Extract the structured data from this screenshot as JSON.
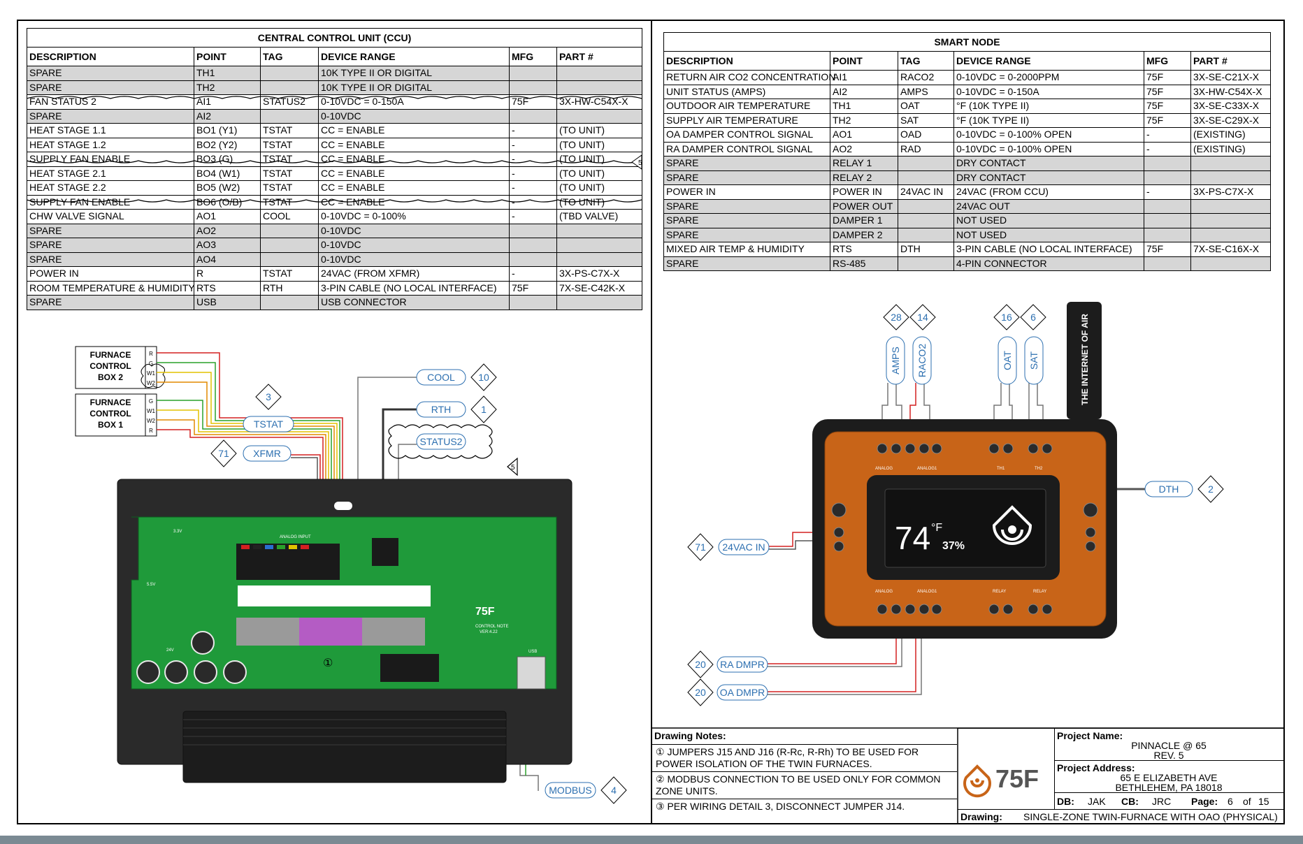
{
  "ccu_table": {
    "title": "CENTRAL CONTROL UNIT (CCU)",
    "headers": [
      "DESCRIPTION",
      "POINT",
      "TAG",
      "DEVICE RANGE",
      "MFG",
      "PART #"
    ],
    "rows": [
      [
        "SPARE",
        "TH1",
        "",
        "10K TYPE II OR DIGITAL",
        "",
        ""
      ],
      [
        "SPARE",
        "TH2",
        "",
        "10K TYPE II OR DIGITAL",
        "",
        ""
      ],
      [
        "FAN STATUS 2",
        "AI1",
        "STATUS2",
        "0-10VDC = 0-150A",
        "75F",
        "3X-HW-C54X-X"
      ],
      [
        "SPARE",
        "AI2",
        "",
        "0-10VDC",
        "",
        ""
      ],
      [
        "HEAT STAGE 1.1",
        "BO1 (Y1)",
        "TSTAT",
        "CC = ENABLE",
        "-",
        "(TO UNIT)"
      ],
      [
        "HEAT STAGE 1.2",
        "BO2 (Y2)",
        "TSTAT",
        "CC = ENABLE",
        "-",
        "(TO UNIT)"
      ],
      [
        "SUPPLY FAN ENABLE",
        "BO3 (G)",
        "TSTAT",
        "CC = ENABLE",
        "-",
        "(TO UNIT)"
      ],
      [
        "HEAT STAGE 2.1",
        "BO4 (W1)",
        "TSTAT",
        "CC = ENABLE",
        "-",
        "(TO UNIT)"
      ],
      [
        "HEAT STAGE 2.2",
        "BO5 (W2)",
        "TSTAT",
        "CC = ENABLE",
        "-",
        "(TO UNIT)"
      ],
      [
        "SUPPLY FAN ENABLE",
        "BO6 (O/B)",
        "TSTAT",
        "CC = ENABLE",
        "-",
        "(TO UNIT)"
      ],
      [
        "CHW VALVE SIGNAL",
        "AO1",
        "COOL",
        "0-10VDC = 0-100%",
        "-",
        "(TBD VALVE)"
      ],
      [
        "SPARE",
        "AO2",
        "",
        "0-10VDC",
        "",
        ""
      ],
      [
        "SPARE",
        "AO3",
        "",
        "0-10VDC",
        "",
        ""
      ],
      [
        "SPARE",
        "AO4",
        "",
        "0-10VDC",
        "",
        ""
      ],
      [
        "POWER IN",
        "R",
        "TSTAT",
        "24VAC (FROM XFMR)",
        "-",
        "3X-PS-C7X-X"
      ],
      [
        "ROOM TEMPERATURE & HUMIDITY",
        "RTS",
        "RTH",
        "3-PIN CABLE (NO LOCAL INTERFACE)",
        "75F",
        "7X-SE-C42K-X"
      ],
      [
        "SPARE",
        "USB",
        "",
        "USB CONNECTOR",
        "",
        ""
      ]
    ],
    "shading": [
      "g",
      "g",
      "w",
      "g",
      "w",
      "w",
      "w",
      "w",
      "w",
      "w",
      "w",
      "g",
      "g",
      "g",
      "w",
      "w",
      "g"
    ]
  },
  "sn_table": {
    "title": "SMART NODE",
    "headers": [
      "DESCRIPTION",
      "POINT",
      "TAG",
      "DEVICE RANGE",
      "MFG",
      "PART #"
    ],
    "rows": [
      [
        "RETURN AIR CO2 CONCENTRATION",
        "AI1",
        "RACO2",
        "0-10VDC = 0-2000PPM",
        "75F",
        "3X-SE-C21X-X"
      ],
      [
        "UNIT STATUS (AMPS)",
        "AI2",
        "AMPS",
        "0-10VDC = 0-150A",
        "75F",
        "3X-HW-C54X-X"
      ],
      [
        "OUTDOOR AIR TEMPERATURE",
        "TH1",
        "OAT",
        "°F (10K TYPE II)",
        "75F",
        "3X-SE-C33X-X"
      ],
      [
        "SUPPLY AIR TEMPERATURE",
        "TH2",
        "SAT",
        "°F (10K TYPE II)",
        "75F",
        "3X-SE-C29X-X"
      ],
      [
        "OA DAMPER CONTROL SIGNAL",
        "AO1",
        "OAD",
        "0-10VDC = 0-100% OPEN",
        "-",
        "(EXISTING)"
      ],
      [
        "RA DAMPER CONTROL SIGNAL",
        "AO2",
        "RAD",
        "0-10VDC = 0-100% OPEN",
        "-",
        "(EXISTING)"
      ],
      [
        "SPARE",
        "RELAY 1",
        "",
        "DRY CONTACT",
        "",
        ""
      ],
      [
        "SPARE",
        "RELAY 2",
        "",
        "DRY CONTACT",
        "",
        ""
      ],
      [
        "POWER IN",
        "POWER IN",
        "24VAC IN",
        "24VAC (FROM CCU)",
        "-",
        "3X-PS-C7X-X"
      ],
      [
        "SPARE",
        "POWER OUT",
        "",
        "24VAC OUT",
        "",
        ""
      ],
      [
        "SPARE",
        "DAMPER 1",
        "",
        "NOT USED",
        "",
        ""
      ],
      [
        "SPARE",
        "DAMPER 2",
        "",
        "NOT USED",
        "",
        ""
      ],
      [
        "MIXED AIR TEMP & HUMIDITY",
        "RTS",
        "DTH",
        "3-PIN CABLE (NO LOCAL INTERFACE)",
        "75F",
        "7X-SE-C16X-X"
      ],
      [
        "SPARE",
        "RS-485",
        "",
        "4-PIN CONNECTOR",
        "",
        ""
      ]
    ],
    "shading": [
      "w",
      "w",
      "w",
      "w",
      "w",
      "w",
      "g",
      "g",
      "w",
      "g",
      "g",
      "g",
      "w",
      "g"
    ]
  },
  "diagram": {
    "furnace_box_2": [
      "FURNACE",
      "CONTROL",
      "BOX 2"
    ],
    "furnace_box_1": [
      "FURNACE",
      "CONTROL",
      "BOX 1"
    ],
    "box2_terminals": [
      "R",
      "G",
      "W1",
      "W2"
    ],
    "box1_terminals": [
      "G",
      "W1",
      "W2",
      "R"
    ],
    "tags": {
      "tstat": "TSTAT",
      "xfmr": "XFMR",
      "cool": "COOL",
      "rth": "RTH",
      "status2": "STATUS2",
      "modbus": "MODBUS",
      "amps": "AMPS",
      "raco2": "RACO2",
      "oat": "OAT",
      "sat": "SAT",
      "dth": "DTH",
      "vac_in": "24VAC IN",
      "ra_dmpr": "RA DMPR",
      "oa_dmpr": "OA DMPR"
    },
    "detail_refs": {
      "tstat": "3",
      "xfmr": "71",
      "cool": "10",
      "rth": "1",
      "modbus": "4",
      "amps": "28",
      "raco2": "14",
      "oat": "16",
      "sat": "6",
      "dth": "2",
      "vac_in": "71",
      "ra_dmpr": "20",
      "oa_dmpr": "20"
    },
    "revision_marker": "5",
    "jumper_marker": "①",
    "ccu_board": {
      "brand": "75F",
      "model": "CONTROL NOTE",
      "version": "VER:4.22",
      "analog_input": "ANALOG INPUT",
      "voltage_a": "3.3V",
      "voltage_b": "24V",
      "voltage_c": "5.5V",
      "usb": "USB"
    },
    "smart_node": {
      "antenna_text": "THE INTERNET OF AIR",
      "temp": "74",
      "temp_unit": "°F",
      "humidity": "37%",
      "top_labels": [
        "ANALOG",
        "ANALOG1",
        "TH1",
        "TH2"
      ],
      "bottom_labels": [
        "ANALOG",
        "ANALOG1",
        "RELAY",
        "RELAY"
      ]
    }
  },
  "notes": {
    "title": "Drawing Notes:",
    "items": [
      {
        "num": "①",
        "text": "JUMPERS J15 AND J16 (R-Rc, R-Rh) TO BE USED FOR POWER ISOLATION OF THE TWIN FURNACES."
      },
      {
        "num": "②",
        "text": "MODBUS CONNECTION TO BE USED ONLY FOR COMMON ZONE UNITS."
      },
      {
        "num": "③",
        "text": "PER WIRING DETAIL 3, DISCONNECT JUMPER J14."
      }
    ]
  },
  "title_block": {
    "logo": "75F",
    "project_name_label": "Project Name:",
    "project_name": "PINNACLE @ 65",
    "rev": "REV. 5",
    "project_address_label": "Project Address:",
    "address_line1": "65 E ELIZABETH AVE",
    "address_line2": "BETHLEHEM, PA 18018",
    "db_label": "DB:",
    "db": "JAK",
    "cb_label": "CB:",
    "cb": "JRC",
    "page_label": "Page:",
    "page": "6",
    "of_label": "of",
    "pages": "15",
    "drawing_label": "Drawing:",
    "drawing": "SINGLE-ZONE TWIN-FURNACE WITH OAO (PHYSICAL)"
  },
  "colors": {
    "board_green": "#1f9a3a",
    "board_dark": "#222222",
    "node_orange": "#c86418",
    "tag_blue": "#2c6fb0",
    "wire_red": "#d42020"
  }
}
